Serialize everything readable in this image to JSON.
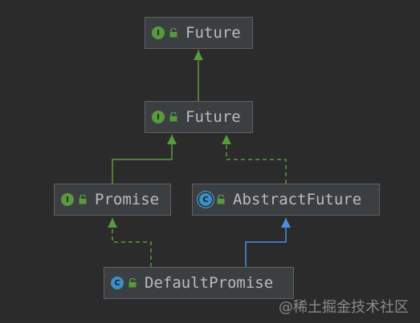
{
  "diagram": {
    "nodes": [
      {
        "id": "future_top",
        "label": "Future",
        "kind": "interface",
        "badge": "I"
      },
      {
        "id": "future_mid",
        "label": "Future",
        "kind": "interface",
        "badge": "I"
      },
      {
        "id": "promise",
        "label": "Promise",
        "kind": "interface",
        "badge": "I"
      },
      {
        "id": "abstract_future",
        "label": "AbstractFuture",
        "kind": "abstract-class",
        "badge": "C"
      },
      {
        "id": "default_promise",
        "label": "DefaultPromise",
        "kind": "class",
        "badge": "C"
      }
    ],
    "edges": [
      {
        "from": "future_mid",
        "to": "future_top",
        "type": "extends",
        "style": "solid",
        "color": "#5a9a3f"
      },
      {
        "from": "promise",
        "to": "future_mid",
        "type": "extends",
        "style": "solid",
        "color": "#5a9a3f"
      },
      {
        "from": "abstract_future",
        "to": "future_mid",
        "type": "implements",
        "style": "dashed",
        "color": "#5a9a3f"
      },
      {
        "from": "default_promise",
        "to": "promise",
        "type": "implements",
        "style": "dashed",
        "color": "#5a9a3f"
      },
      {
        "from": "default_promise",
        "to": "abstract_future",
        "type": "extends",
        "style": "solid",
        "color": "#4a90e2"
      }
    ]
  },
  "colors": {
    "background": "#2b2b2b",
    "node_fill": "#3c3f41",
    "interface_badge": "#5a9a3f",
    "class_badge": "#3d8fc4",
    "interface_edge": "#5a9a3f",
    "class_edge": "#4a90e2"
  },
  "watermark": "@稀土掘金技术社区"
}
